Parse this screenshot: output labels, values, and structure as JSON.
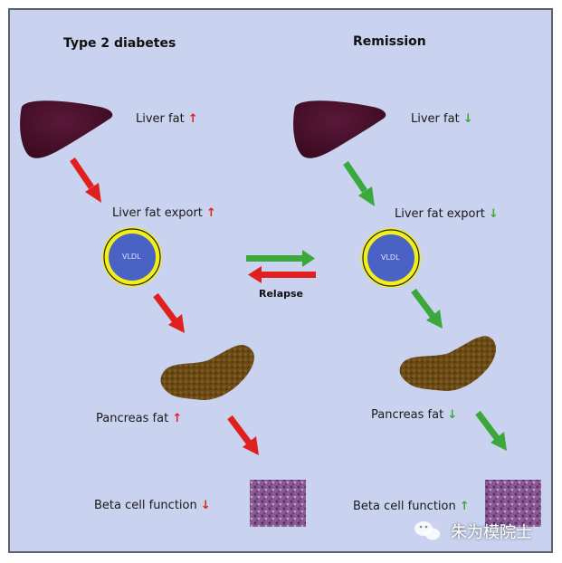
{
  "headers": {
    "left": "Type 2 diabetes",
    "right": "Remission"
  },
  "left": {
    "liver_fat": "Liver fat",
    "liver_fat_export": "Liver fat export",
    "pancreas_fat": "Pancreas fat",
    "beta_cell": "Beta cell function"
  },
  "right": {
    "liver_fat": "Liver fat",
    "liver_fat_export": "Liver fat export",
    "pancreas_fat": "Pancreas fat",
    "beta_cell": "Beta cell function"
  },
  "vldl_label": "VLDL",
  "relapse_label": "Relapse",
  "watermark": "朱为模院士",
  "symbols": {
    "up": "↑",
    "down": "↓"
  },
  "colors": {
    "up": "#e0201c",
    "down": "#3aa83a",
    "background": "#c9d2ef",
    "liver": "#4a0f2a",
    "pancreas": "#6b4a16",
    "vldl": "#4a62c4",
    "vldl_ring": "#f2ee1a"
  }
}
